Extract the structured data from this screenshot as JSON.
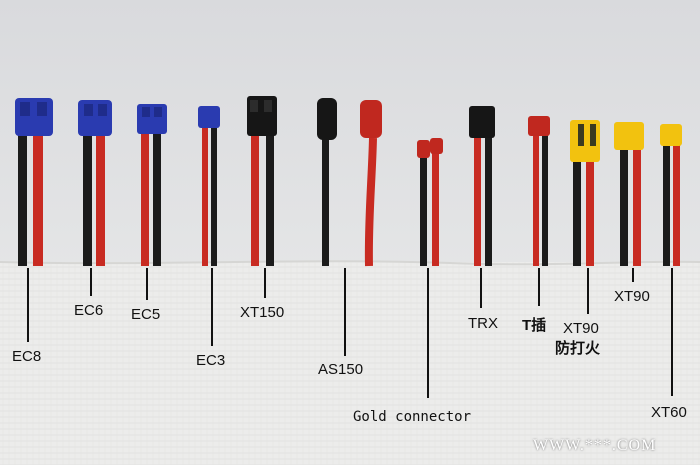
{
  "labels": {
    "ec8": "EC8",
    "ec6": "EC6",
    "ec5": "EC5",
    "ec3": "EC3",
    "xt150": "XT150",
    "as150": "AS150",
    "gold": "Gold connector",
    "trx": "TRX",
    "tplug": "T插",
    "xt90s_line1": "XT90",
    "xt90s_line2": "防打火",
    "xt90": "XT90",
    "xt60": "XT60"
  },
  "watermark": "WWW.***.COM",
  "colors": {
    "wire_red": "#c82b22",
    "wire_black": "#1b1b1b",
    "connector_blue": "#2a3bb0",
    "connector_red": "#c0281f",
    "connector_black": "#161616",
    "connector_yellow": "#f2c20f",
    "backdrop": "#dedfe1",
    "cloth": "#ececeb"
  }
}
